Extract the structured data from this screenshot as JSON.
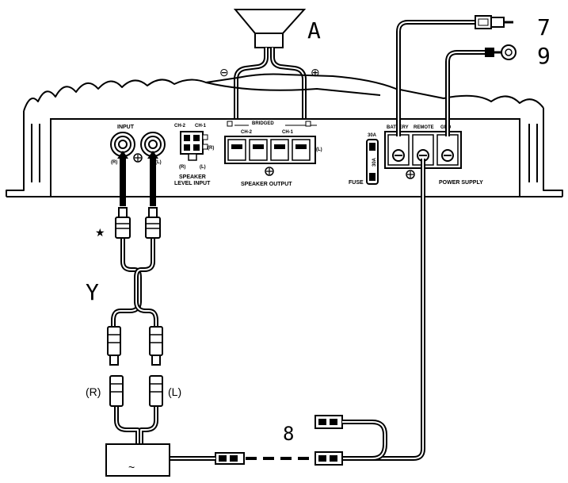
{
  "callouts": {
    "a": "A",
    "seven": "7",
    "nine": "9",
    "y": "Y",
    "eight": "8",
    "star": "★",
    "minus": "⊖",
    "plus": "⊕"
  },
  "panel": {
    "input": "INPUT",
    "ch2": "CH-2",
    "ch1": "CH-1",
    "r_small": "(R)",
    "l_small": "(L)",
    "speaker": "SPEAKER",
    "level_input": "LEVEL INPUT",
    "bridged": "BRIDGED",
    "speaker_output": "SPEAKER OUTPUT",
    "r_sub": "R",
    "l_sub": "L",
    "fuse_30a": "30A",
    "fuse_label": "FUSE",
    "battery": "BATTERY",
    "remote": "REMOTE",
    "gnd": "GND",
    "power_supply": "POWER SUPPLY"
  },
  "cable": {
    "r_label": "(R)",
    "l_label": "(L)"
  },
  "source": {
    "symbol": "~"
  }
}
